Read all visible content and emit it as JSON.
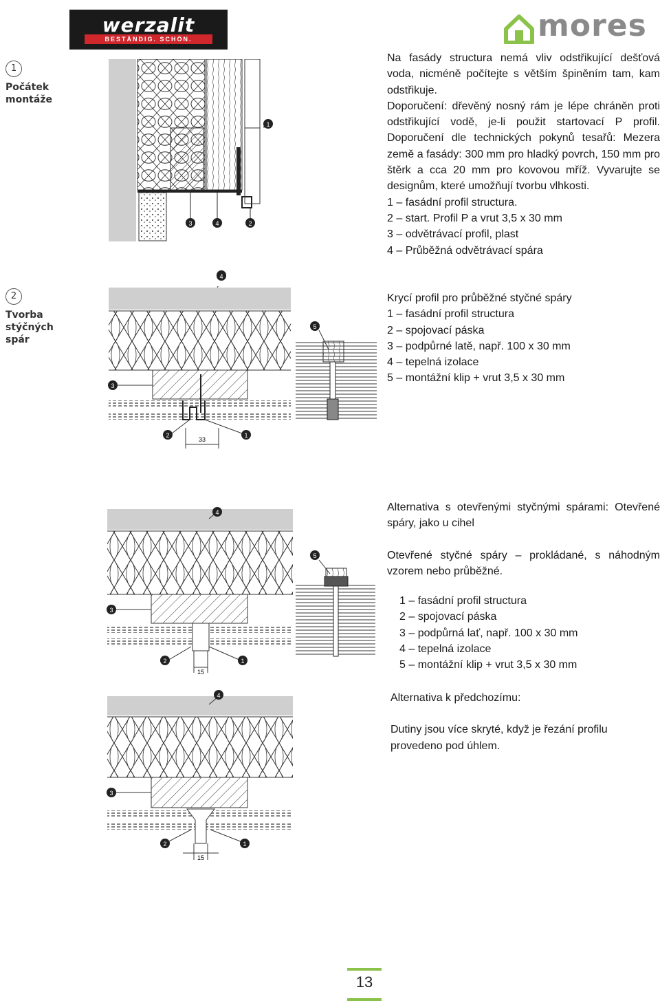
{
  "logos": {
    "werzalit": "werzalit",
    "werzalit_tagline": "BESTÄNDIG. SCHÖN.",
    "mores": "mores"
  },
  "steps": [
    {
      "number": "1",
      "label_line1": "Počátek",
      "label_line2": "montáže"
    },
    {
      "number": "2",
      "label_line1": "Tvorba",
      "label_line2": "stýčných",
      "label_line3": "spár"
    }
  ],
  "section1": {
    "paragraph": [
      "Na fasády structura nemá vliv odstřikující dešťová voda, nicméně počítejte s větším špiněním tam, kam odstřikuje.",
      "Doporučení: dřevěný nosný rám je lépe chráněn proti odstřikující vodě, je-li použit startovací P profil. Doporučení dle technických pokynů tesařů: Mezera země a fasády: 300 mm pro hladký povrch, 150 mm pro štěrk a cca 20 mm pro kovovou mříž. Vyvarujte se designům, které umožňují tvorbu vlhkosti."
    ],
    "items": [
      "1 – fasádní profil structura.",
      "2 – start. Profil P a vrut 3,5 x 30 mm",
      "3 – odvětrávací profil, plast",
      "4 – Průběžná odvětrávací spára"
    ]
  },
  "section2": {
    "heading": "Krycí profil pro průběžné styčné spáry",
    "items": [
      "1 – fasádní profil structura",
      "2 – spojovací páska",
      "3 – podpůrné latě, např. 100 x 30 mm",
      "4 – tepelná izolace",
      "5 – montážní klip + vrut 3,5 x 30 mm"
    ],
    "dimension": "33"
  },
  "section3": {
    "heading": "Alternativa s otevřenými styčnými spárami: Otevřené spáry, jako u cihel",
    "paragraph": "Otevřené styčné spáry – prokládané, s náhodným vzorem nebo průběžné.",
    "items": [
      "1 – fasádní profil structura",
      "2 – spojovací páska",
      "3 – podpůrná lať, např. 100 x 30 mm",
      "4 – tepelná izolace",
      "5 – montážní klip + vrut 3,5 x 30 mm"
    ],
    "dimension": "15"
  },
  "section4": {
    "heading": "Alternativa k předchozímu:",
    "paragraph": "Dutiny jsou více skryté, když je řezání profilu provedeno pod úhlem.",
    "dimension": "15"
  },
  "callouts": {
    "c1": "1",
    "c2": "2",
    "c3": "3",
    "c4": "4",
    "c5": "5"
  },
  "page_number": "13",
  "colors": {
    "accent_green": "#8bc34a",
    "werzalit_red": "#d0272d",
    "mores_grey": "#8a8a8a"
  }
}
